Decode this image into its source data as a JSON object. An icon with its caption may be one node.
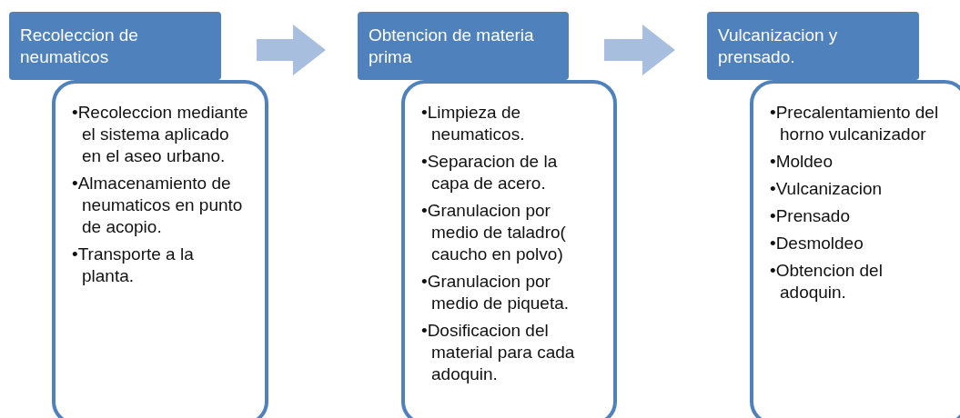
{
  "diagram": {
    "nodes": [
      {
        "text": [
          "Recoleccion de neumaticos"
        ]
      },
      {
        "text": [
          "•Recoleccion mediante el sistema aplicado en el aseo urbano.",
          "•Almacenamiento de neumaticos en punto de acopio.",
          "•Transporte a la planta."
        ]
      },
      {
        "text": [
          "Obtencion de materia prima"
        ]
      },
      {
        "text": [
          "•Limpieza de neumaticos.",
          "•Separacion de la capa de acero.",
          "•Granulacion por medio de taladro( caucho en polvo)",
          "•Granulacion por medio de piqueta.",
          "•Dosificacion del material para cada adoquin."
        ]
      },
      {
        "text": [
          "Vulcanizacion y prensado."
        ]
      },
      {
        "text": [
          "•Precalentamiento del horno vulcanizador",
          "•Moldeo",
          "•Vulcanizacion",
          "•Prensado",
          "•Desmoldeo",
          "•Obtencion del adoquin."
        ]
      }
    ],
    "edges": [
      {
        "from": 0,
        "to": 2,
        "arrow": "to"
      },
      {
        "from": 2,
        "to": 4,
        "arrow": "to"
      }
    ]
  }
}
